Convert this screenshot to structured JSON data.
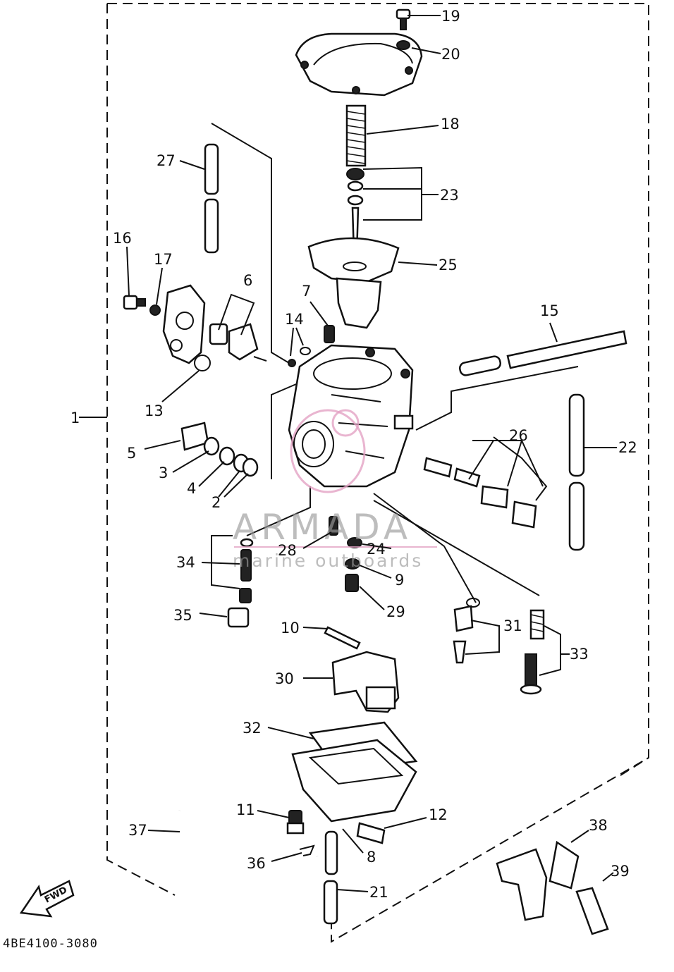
{
  "diagram": {
    "part_code": "4BE4100-3080",
    "fwd_label": "FWD",
    "watermark": {
      "title": "ARMADA",
      "subtitle": "marine outboards",
      "accent_color": "#e3a3c4"
    },
    "callouts": {
      "c1": "1",
      "c2": "2",
      "c3": "3",
      "c4": "4",
      "c5": "5",
      "c6": "6",
      "c7": "7",
      "c8": "8",
      "c9": "9",
      "c10": "10",
      "c11": "11",
      "c12": "12",
      "c13": "13",
      "c14": "14",
      "c15": "15",
      "c16": "16",
      "c17": "17",
      "c18": "18",
      "c19": "19",
      "c20": "20",
      "c21": "21",
      "c22": "22",
      "c23": "23",
      "c24": "24",
      "c25": "25",
      "c26": "26",
      "c27": "27",
      "c28": "28",
      "c29": "29",
      "c30": "30",
      "c31": "31",
      "c32": "32",
      "c33": "33",
      "c34": "34",
      "c35": "35",
      "c36": "36",
      "c37": "37",
      "c38": "38",
      "c39": "39"
    }
  }
}
